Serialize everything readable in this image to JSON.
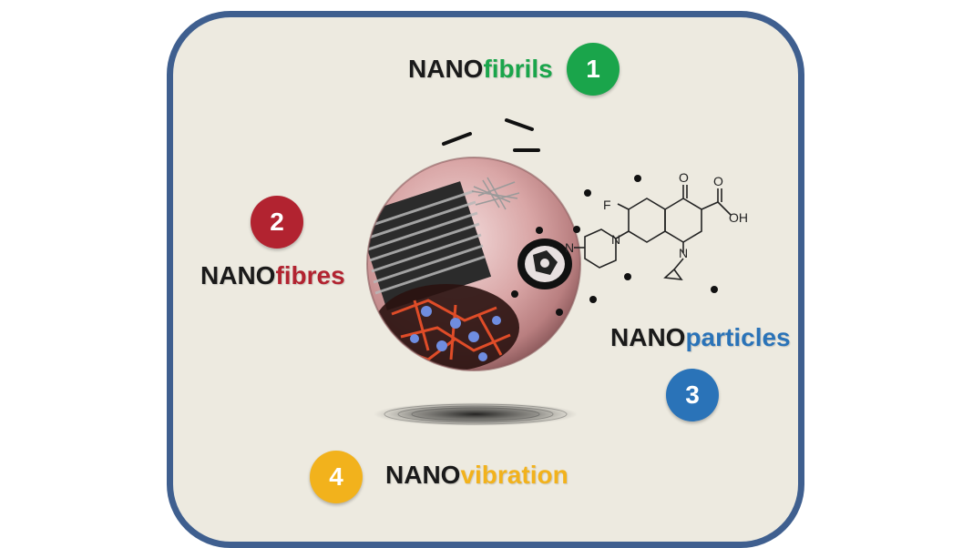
{
  "items": [
    {
      "prefix": "NANO",
      "suffix": "fibrils",
      "number": "1",
      "color": "#1aa54b"
    },
    {
      "prefix": "NANO",
      "suffix": "fibres",
      "number": "2",
      "color": "#b22330"
    },
    {
      "prefix": "NANO",
      "suffix": "particles",
      "number": "3",
      "color": "#2a73b8"
    },
    {
      "prefix": "NANO",
      "suffix": "vibration",
      "number": "4",
      "color": "#f2b21c"
    }
  ],
  "molecule": {
    "atoms": [
      "F",
      "O",
      "OH",
      "N",
      "N",
      "N",
      "O"
    ]
  },
  "colors": {
    "panel_border": "#3f5f8f",
    "panel_fill": "#edeae0",
    "prefix_text": "#1a1a1a"
  }
}
